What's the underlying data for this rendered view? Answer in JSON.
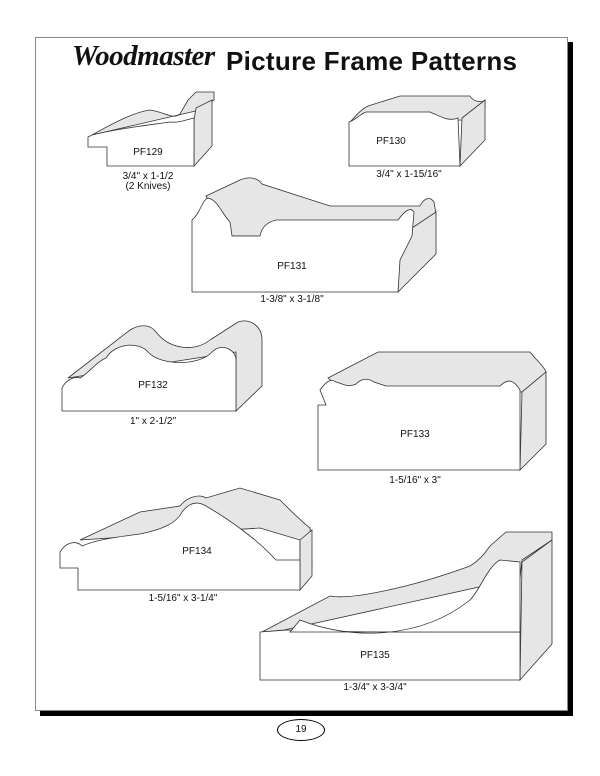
{
  "header": {
    "brand": "Woodmaster",
    "title": "Picture Frame Patterns"
  },
  "patterns": [
    {
      "name": "PF129",
      "size": "3/4\" x 1-1/2",
      "note": "(2 Knives)"
    },
    {
      "name": "PF130",
      "size": "3/4\" x 1-15/16\""
    },
    {
      "name": "PF131",
      "size": "1-3/8\" x 3-1/8\""
    },
    {
      "name": "PF132",
      "size": "1\" x 2-1/2\""
    },
    {
      "name": "PF133",
      "size": "1-5/16\" x 3\""
    },
    {
      "name": "PF134",
      "size": "1-5/16\" x 3-1/4\""
    },
    {
      "name": "PF135",
      "size": "1-3/4\" x 3-3/4\""
    }
  ],
  "footer": {
    "page_number": "19"
  }
}
